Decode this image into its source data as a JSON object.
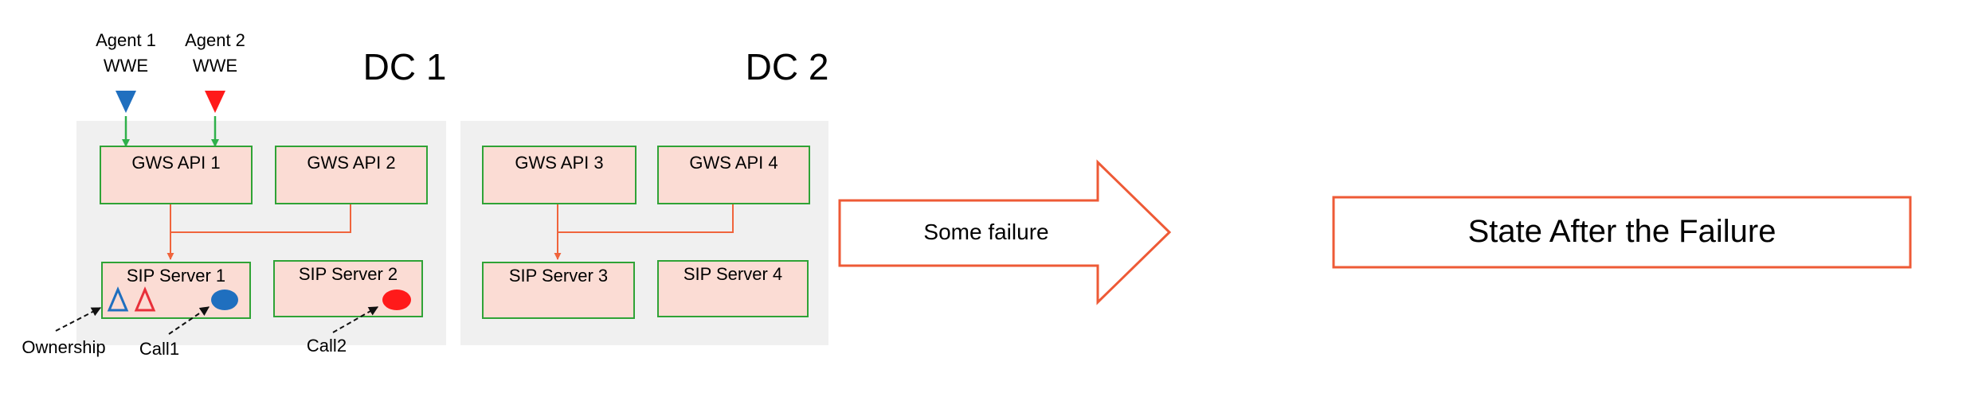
{
  "agents": [
    {
      "name_line1": "Agent 1",
      "name_line2": "WWE",
      "color": "#1f6fbf"
    },
    {
      "name_line1": "Agent 2",
      "name_line2": "WWE",
      "color": "#ff1a1a"
    }
  ],
  "datacenters": [
    {
      "label": "DC 1"
    },
    {
      "label": "DC 2"
    }
  ],
  "gws_apis": [
    "GWS API 1",
    "GWS API 2",
    "GWS API 3",
    "GWS API 4"
  ],
  "sip_servers": [
    "SIP Server 1",
    "SIP Server 2",
    "SIP Server 3",
    "SIP Server 4"
  ],
  "annotations": {
    "ownership": "Ownership",
    "call1": "Call1",
    "call2": "Call2"
  },
  "transition": {
    "label": "Some failure"
  },
  "result": {
    "title": "State After the Failure"
  },
  "colors": {
    "dc_background": "#f0f0f0",
    "box_fill": "#fbdcd4",
    "box_border": "#2fa336",
    "connector": "#f0643c",
    "agent_arrow": "#2fb04a",
    "big_arrow_border": "#ee5a36",
    "result_border": "#ee5a36",
    "call1_color": "#1f6fbf",
    "call2_color": "#ff1a1a"
  }
}
